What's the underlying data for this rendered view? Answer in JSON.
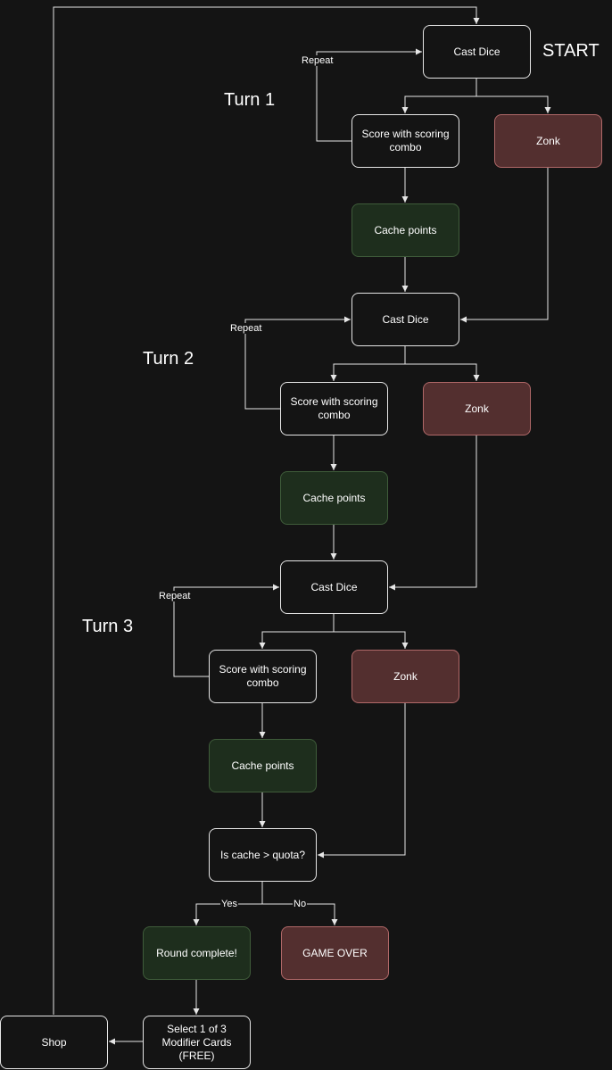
{
  "start_label": "START",
  "turns": [
    "Turn 1",
    "Turn 2",
    "Turn 3"
  ],
  "nodes": {
    "cast1": "Cast Dice",
    "score1": "Score with scoring combo",
    "zonk1": "Zonk",
    "cache1": "Cache points",
    "cast2": "Cast Dice",
    "score2": "Score with scoring combo",
    "zonk2": "Zonk",
    "cache2": "Cache points",
    "cast3": "Cast Dice",
    "score3": "Score with scoring combo",
    "zonk3": "Zonk",
    "cache3": "Cache points",
    "decision": "Is cache > quota?",
    "round_complete": "Round complete!",
    "game_over": "GAME OVER",
    "select_cards": "Select 1 of 3 Modifier Cards (FREE)",
    "shop": "Shop"
  },
  "edge_labels": {
    "repeat1": "Repeat",
    "repeat2": "Repeat",
    "repeat3": "Repeat",
    "yes": "Yes",
    "no": "No"
  },
  "colors": {
    "background": "#141414",
    "stroke": "#e6e6e6",
    "green_fill": "#1e2e1d",
    "green_border": "#3f5c3a",
    "red_fill": "#532f2f",
    "red_border": "#b06868"
  }
}
